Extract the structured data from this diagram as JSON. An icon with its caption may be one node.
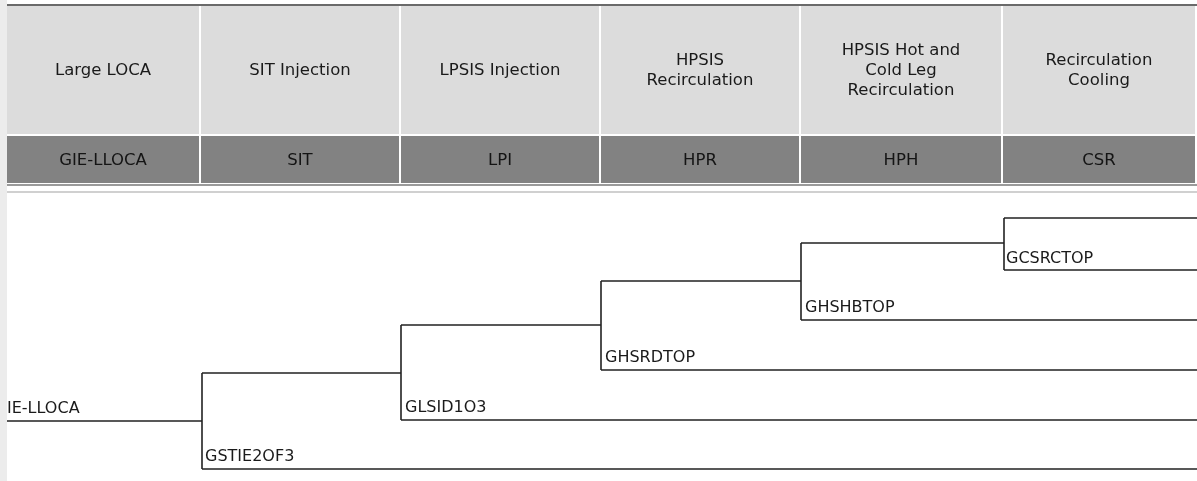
{
  "diagram": {
    "labels": [
      "Large LOCA",
      "SIT Injection",
      "LPSIS Injection",
      "HPSIS Recirculation",
      "HPSIS Hot and Cold Leg Recirculation",
      "Recirculation Cooling",
      "GIE-LLOCA",
      "SIT",
      "LPI",
      "HPR",
      "HPH",
      "CSR",
      "GCSRCTOP",
      "GHSHBTOP",
      "GHSRDTOP",
      "IE-LLOCA",
      "GLSID1O3",
      "GSTIE2OF3"
    ]
  }
}
